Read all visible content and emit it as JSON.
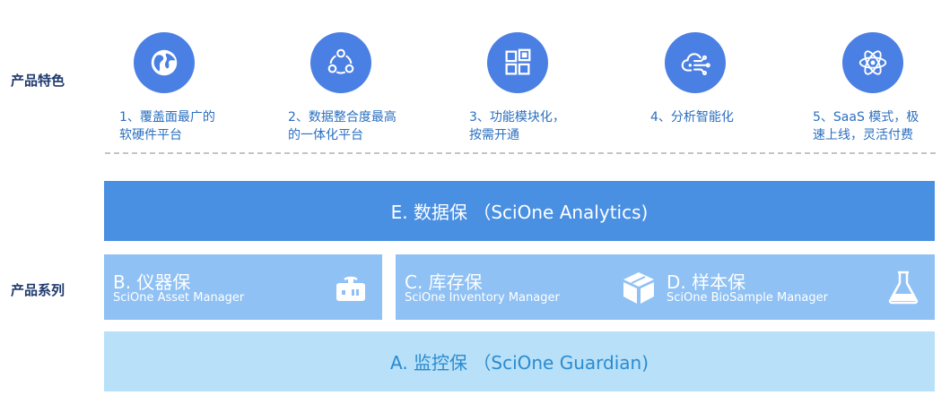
{
  "labels": {
    "features": "产品特色",
    "products": "产品系列"
  },
  "features": [
    {
      "icon": "globe-icon",
      "line1": "1、覆盖面最广的",
      "line2": "软硬件平台"
    },
    {
      "icon": "integration-cycle-icon",
      "line1": "2、数据整合度最高",
      "line2": "的一体化平台"
    },
    {
      "icon": "modules-icon",
      "line1": "3、功能模块化，",
      "line2": "按需开通"
    },
    {
      "icon": "cloud-analytics-icon",
      "line1": "4、分析智能化",
      "line2": ""
    },
    {
      "icon": "atom-icon",
      "line1": "5、SaaS 模式，极",
      "line2": "速上线，灵活付费"
    }
  ],
  "layers": {
    "e": "E. 数据保 （SciOne Analytics)",
    "a": "A. 监控保 （SciOne Guardian)"
  },
  "modules": {
    "b": {
      "title": "B. 仪器保",
      "subtitle": "SciOne Asset Manager",
      "icon": "instrument-icon"
    },
    "c": {
      "title": "C. 库存保",
      "subtitle": "SciOne Inventory Manager",
      "icon": "box-icon"
    },
    "d": {
      "title": "D. 样本保",
      "subtitle": "SciOne BioSample Manager",
      "icon": "flask-icon"
    }
  },
  "colors": {
    "feature_circle": "#4a7fe3",
    "feature_text": "#2a6fc0",
    "layer_e": "#4a90e2",
    "module": "#8fc1f4",
    "layer_a": "#b8e0f8",
    "layer_a_text": "#2a8bd0"
  }
}
